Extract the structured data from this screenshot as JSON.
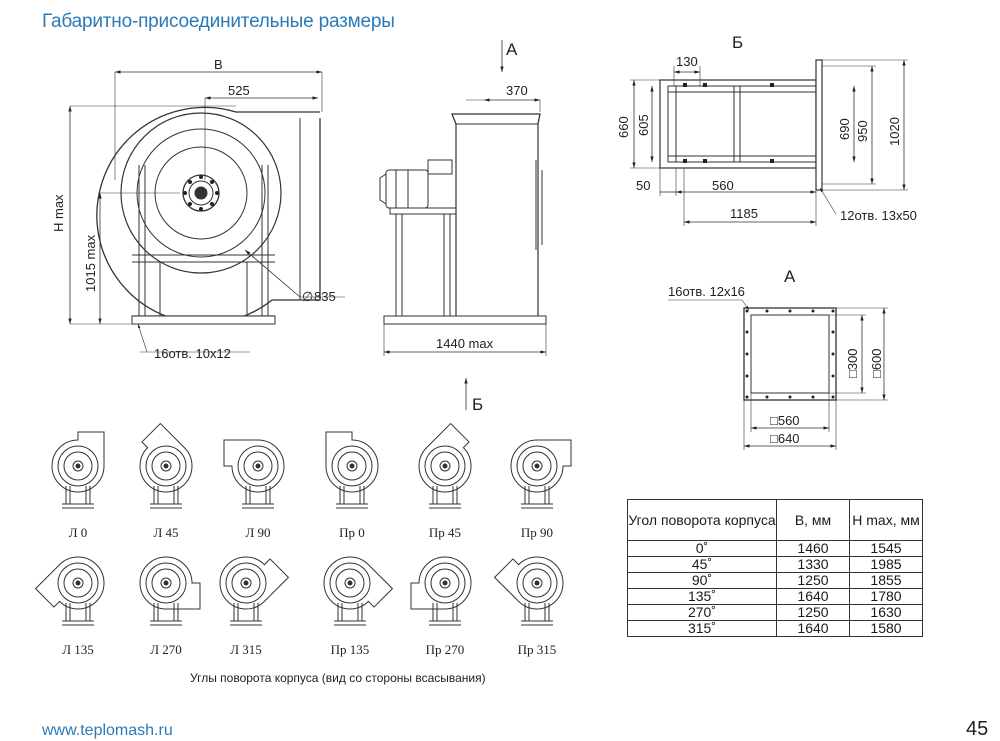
{
  "header": {
    "title": "Габаритно-присоединительные размеры"
  },
  "footer": {
    "url": "www.teplomash.ru",
    "page_number": "45"
  },
  "front_view": {
    "dim_b": "B",
    "dim_525": "525",
    "dim_h": "H max",
    "dim_1015": "1015 max",
    "dim_835": "835",
    "holes": "16отв. 10x12"
  },
  "side_view": {
    "arrow_a": "А",
    "dim_370": "370",
    "dim_1440": "1440 max",
    "arrow_b": "Б"
  },
  "view_b": {
    "title": "Б",
    "dim_130": "130",
    "dim_660": "660",
    "dim_605": "605",
    "dim_50": "50",
    "dim_560": "560",
    "dim_1185": "1185",
    "dim_690": "690",
    "dim_950": "950",
    "dim_1020": "1020",
    "holes": "12отв. 13x50"
  },
  "view_a": {
    "title": "А",
    "holes": "16отв. 12x16",
    "dim_300": "□300",
    "dim_600": "□600",
    "dim_560": "□560",
    "dim_640": "□640"
  },
  "rotations": {
    "labels": [
      "Л 0",
      "Л 45",
      "Л 90",
      "Пр 0",
      "Пр 45",
      "Пр 90",
      "Л 135",
      "Л 270",
      "Л 315",
      "Пр 135",
      "Пр 270",
      "Пр 315"
    ],
    "caption": "Углы поворота корпуса (вид со стороны всасывания)"
  },
  "table": {
    "headers": [
      "Угол поворота корпуса",
      "B, мм",
      "H max, мм"
    ],
    "rows": [
      [
        "0˚",
        "1460",
        "1545"
      ],
      [
        "45˚",
        "1330",
        "1985"
      ],
      [
        "90˚",
        "1250",
        "1855"
      ],
      [
        "135˚",
        "1640",
        "1780"
      ],
      [
        "270˚",
        "1250",
        "1630"
      ],
      [
        "315˚",
        "1640",
        "1580"
      ]
    ]
  }
}
